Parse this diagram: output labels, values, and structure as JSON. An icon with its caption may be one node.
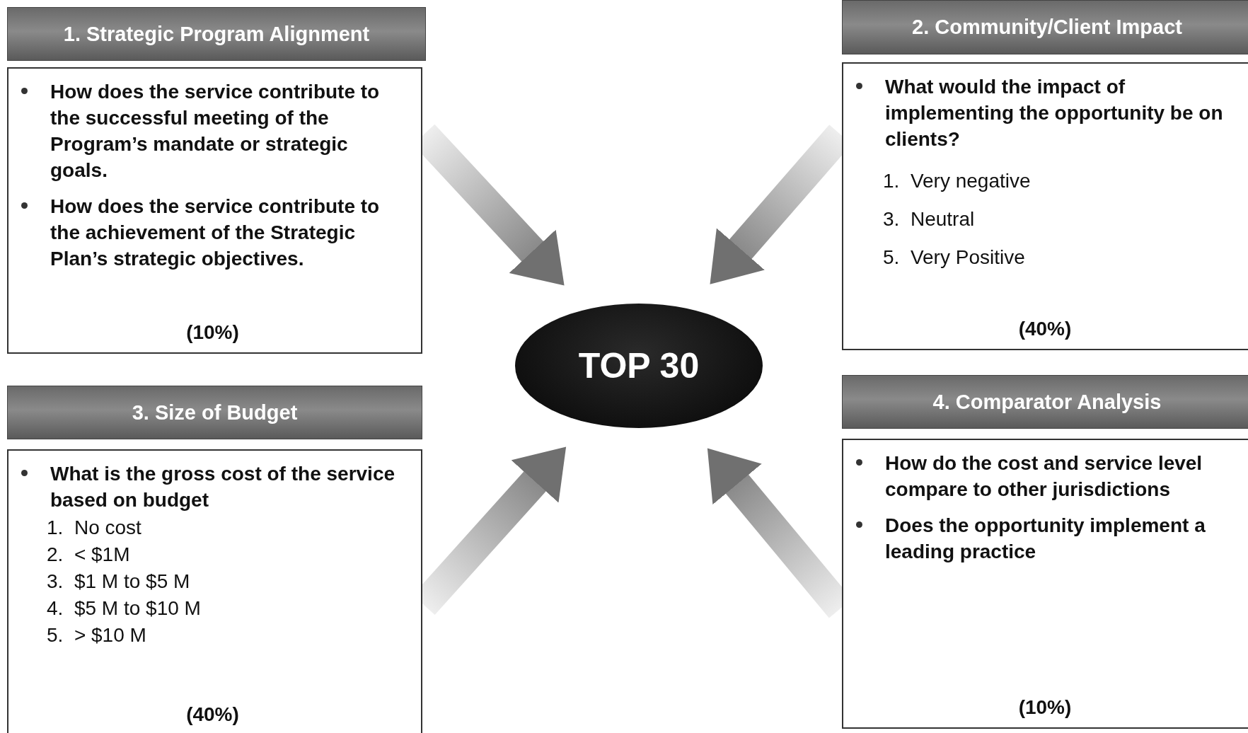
{
  "diagram": {
    "nodes": [
      {
        "text": [
          "1.  Strategic Program Alignment"
        ]
      },
      {
        "text": [
          "How does the service contribute to the successful meeting of the Program’s mandate or strategic goals.",
          "How does the service contribute to the achievement of the Strategic Plan’s strategic objectives.",
          "(10%)"
        ]
      },
      {
        "text": [
          "2.  Community/Client Impact"
        ]
      },
      {
        "text": [
          "What would the impact of implementing the opportunity be on clients?",
          "1.  Very negative",
          "3.  Neutral",
          "5.  Very Positive",
          "(40%)"
        ]
      },
      {
        "text": [
          "TOP 30"
        ]
      },
      {
        "text": [
          "3.  Size of Budget"
        ]
      },
      {
        "text": [
          "What is the gross cost of the service based on budget",
          "1.  No cost",
          "2.  < $1M",
          "3.  $1 M to $5 M",
          "4.  $5 M to $10 M",
          "5.  > $10 M",
          "(40%)"
        ]
      },
      {
        "text": [
          "4.  Comparator Analysis"
        ]
      },
      {
        "text": [
          "How do the cost and service level compare to other jurisdictions",
          "Does the opportunity implement a leading practice",
          "(10%)"
        ]
      }
    ],
    "edges": [
      {
        "from": 1,
        "to": 4,
        "arrow": "to",
        "style": "thick"
      },
      {
        "from": 3,
        "to": 4,
        "arrow": "to",
        "style": "thick"
      },
      {
        "from": 6,
        "to": 4,
        "arrow": "to",
        "style": "thick"
      },
      {
        "from": 8,
        "to": 4,
        "arrow": "to",
        "style": "thick"
      }
    ]
  }
}
